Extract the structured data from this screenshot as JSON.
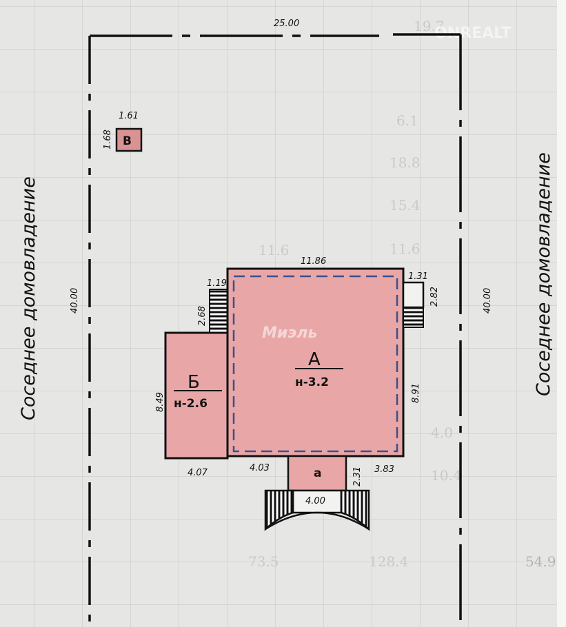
{
  "watermarks": {
    "top_right": "ONREALT",
    "center": "Миэль"
  },
  "neighbors": {
    "left": "Соседнее домовладение",
    "right": "Соседнее домовладение"
  },
  "lot": {
    "width_label": "25.00",
    "left_length_label": "40.00",
    "right_length_label": "40.00"
  },
  "shed": {
    "letter": "В",
    "width": "1.61",
    "depth": "1.68"
  },
  "building_a": {
    "letter": "А",
    "height": "н-3.2",
    "width": "11.86",
    "depth": "8.91",
    "front_left": "4.03",
    "front_right": "3.83"
  },
  "building_b": {
    "letter": "Б",
    "height": "н-2.6",
    "width": "4.07",
    "depth": "8.49"
  },
  "porch_a": {
    "letter": "а",
    "width": "4.00",
    "depth": "2.31"
  },
  "left_stairs": {
    "width": "1.19",
    "depth": "2.68"
  },
  "right_annex": {
    "width": "1.31",
    "depth": "2.82"
  },
  "faint_background_numbers": [
    "6.1",
    "18.8",
    "15.4",
    "11.6",
    "11.6",
    "4.0",
    "10.4",
    "128.4",
    "73.5",
    "54.9",
    "19.7"
  ],
  "colors": {
    "paper": "#e6e7e5",
    "fill": "#e8a7a6",
    "line": "#111111",
    "dashed_inner": "#3b4f8e"
  }
}
